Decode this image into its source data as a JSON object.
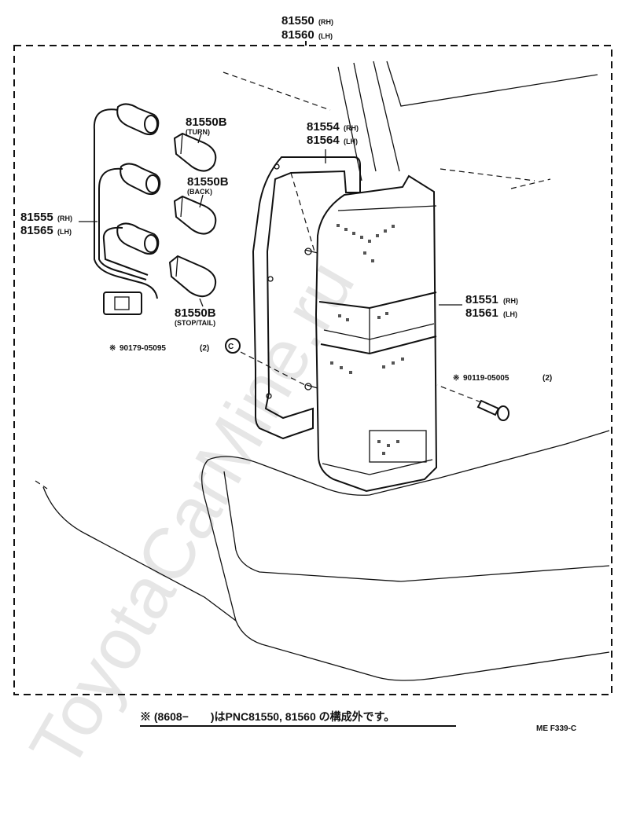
{
  "watermark": "ToyotaCarMine.ru",
  "assembly": {
    "part_rh": "81550",
    "tag_rh": "(RH)",
    "part_lh": "81560",
    "tag_lh": "(LH)"
  },
  "bulb_turn": {
    "part": "81550B",
    "tag": "(TURN)"
  },
  "bulb_back": {
    "part": "81550B",
    "tag": "(BACK)"
  },
  "bulb_stop": {
    "part": "81550B",
    "tag": "(STOP/TAIL)"
  },
  "gasket": {
    "part_rh": "81554",
    "tag_rh": "(RH)",
    "part_lh": "81564",
    "tag_lh": "(LH)"
  },
  "socket_wire": {
    "part_rh": "81555",
    "tag_rh": "(RH)",
    "part_lh": "81565",
    "tag_lh": "(LH)"
  },
  "lens": {
    "part_rh": "81551",
    "tag_rh": "(RH)",
    "part_lh": "81561",
    "tag_lh": "(LH)"
  },
  "nut": {
    "mark": "※",
    "part": "90179-05095",
    "qty": "(2)"
  },
  "screw": {
    "mark": "※",
    "part": "90119-05005",
    "qty": "(2)"
  },
  "footnote": "※ (8608−　　)はPNC81550, 81560 の構成外です。",
  "figure_code": "ME F339-C"
}
